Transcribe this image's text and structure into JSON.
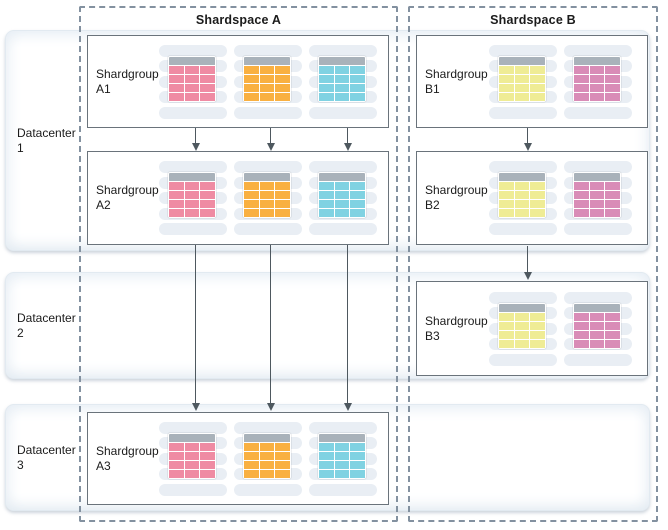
{
  "colors": {
    "pink": "#ef8ba3",
    "orange": "#f9b041",
    "cyan": "#80d2e2",
    "yellow": "#efec95",
    "magenta": "#d98cb7",
    "table_header": "#a9b2ba",
    "db_stack": "#e9eef4",
    "arrow": "#4e585f",
    "shardspace_border": "#8391a0",
    "shardgroup_border": "#6a737b"
  },
  "datacenters": [
    {
      "line1": "Datacenter",
      "line2": "1"
    },
    {
      "line1": "Datacenter",
      "line2": "2"
    },
    {
      "line1": "Datacenter",
      "line2": "3"
    }
  ],
  "shardspaces": [
    {
      "title": "Shardspace A",
      "shardgroups": [
        {
          "line1": "Shardgroup",
          "line2": "A1",
          "databases": [
            "pink",
            "orange",
            "cyan"
          ]
        },
        {
          "line1": "Shardgroup",
          "line2": "A2",
          "databases": [
            "pink",
            "orange",
            "cyan"
          ]
        },
        {
          "line1": "Shardgroup",
          "line2": "A3",
          "databases": [
            "pink",
            "orange",
            "cyan"
          ]
        }
      ]
    },
    {
      "title": "Shardspace B",
      "shardgroups": [
        {
          "line1": "Shardgroup",
          "line2": "B1",
          "databases": [
            "yellow",
            "magenta"
          ]
        },
        {
          "line1": "Shardgroup",
          "line2": "B2",
          "databases": [
            "yellow",
            "magenta"
          ]
        },
        {
          "line1": "Shardgroup",
          "line2": "B3",
          "databases": [
            "yellow",
            "magenta"
          ]
        }
      ]
    }
  ]
}
